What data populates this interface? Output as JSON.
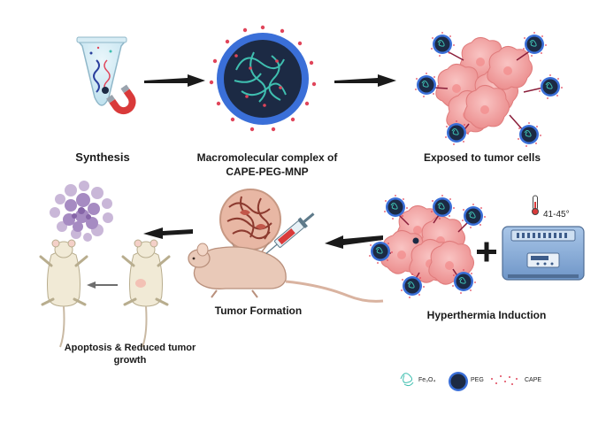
{
  "steps": {
    "synthesis": "Synthesis",
    "complex_line1": "Macromolecular complex of",
    "complex_line2": "CAPE-PEG-MNP",
    "exposed": "Exposed to tumor cells",
    "hyperthermia": "Hyperthermia Induction",
    "tumor_formation": "Tumor Formation",
    "apoptosis_line1": "Apoptosis & Reduced tumor",
    "apoptosis_line2": "growth"
  },
  "temperature_label": "41-45°",
  "legend": {
    "fe3o4": "Fe₃O₄",
    "peg": "PEG",
    "cape": "CAPE"
  },
  "colors": {
    "arrow": "#1a1a1a",
    "tumor_cell": "#f4a9a8",
    "nanoparticle_core": "#1c2a44",
    "peg_ring": "#3a6fd8",
    "cape_dot": "#e0455a",
    "fe3o4_strand": "#3fbfb0",
    "magnet_red": "#d93a3a"
  }
}
